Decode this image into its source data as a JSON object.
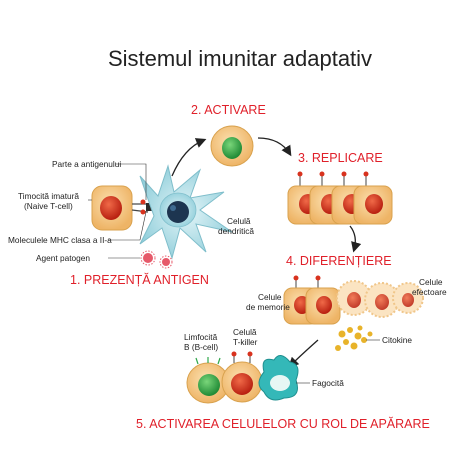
{
  "title": "Sistemul imunitar adaptativ",
  "colors": {
    "step_text": "#e0202a",
    "cell_body": "#f4c27a",
    "cell_border": "#d9a24e",
    "nucleus_red": "#d8321e",
    "nucleus_green": "#2fa84a",
    "dendritic": "#a9dde6",
    "dendritic_nucleus": "#1d3550",
    "pathogen": "#e65a6a",
    "cytokine": "#e8b32a",
    "phagocyte": "#34b8b8"
  },
  "steps": {
    "s1": "1. PREZENȚĂ ANTIGEN",
    "s2": "2. ACTIVARE",
    "s3": "3. REPLICARE",
    "s4": "4. DIFERENȚIERE",
    "s5": "5. ACTIVAREA CELULELOR CU ROL DE APĂRARE"
  },
  "labels": {
    "antigen_part": "Parte a antigenului",
    "naive_1": "Timocită imatură",
    "naive_2": "(Naive T-cell)",
    "mhc": "Moleculele MHC clasa a II-a",
    "pathogen": "Agent patogen",
    "dendritic_1": "Celulă",
    "dendritic_2": "dendritică",
    "memory_1": "Celule",
    "memory_2": "de memorie",
    "effector_1": "Celule",
    "effector_2": "efectoare",
    "cytokine": "Citokine",
    "bcell_1": "Limfocită",
    "bcell_2": "B (B-cell)",
    "tkiller_1": "Celulă",
    "tkiller_2": "T-killer",
    "phagocyte": "Fagocită"
  }
}
